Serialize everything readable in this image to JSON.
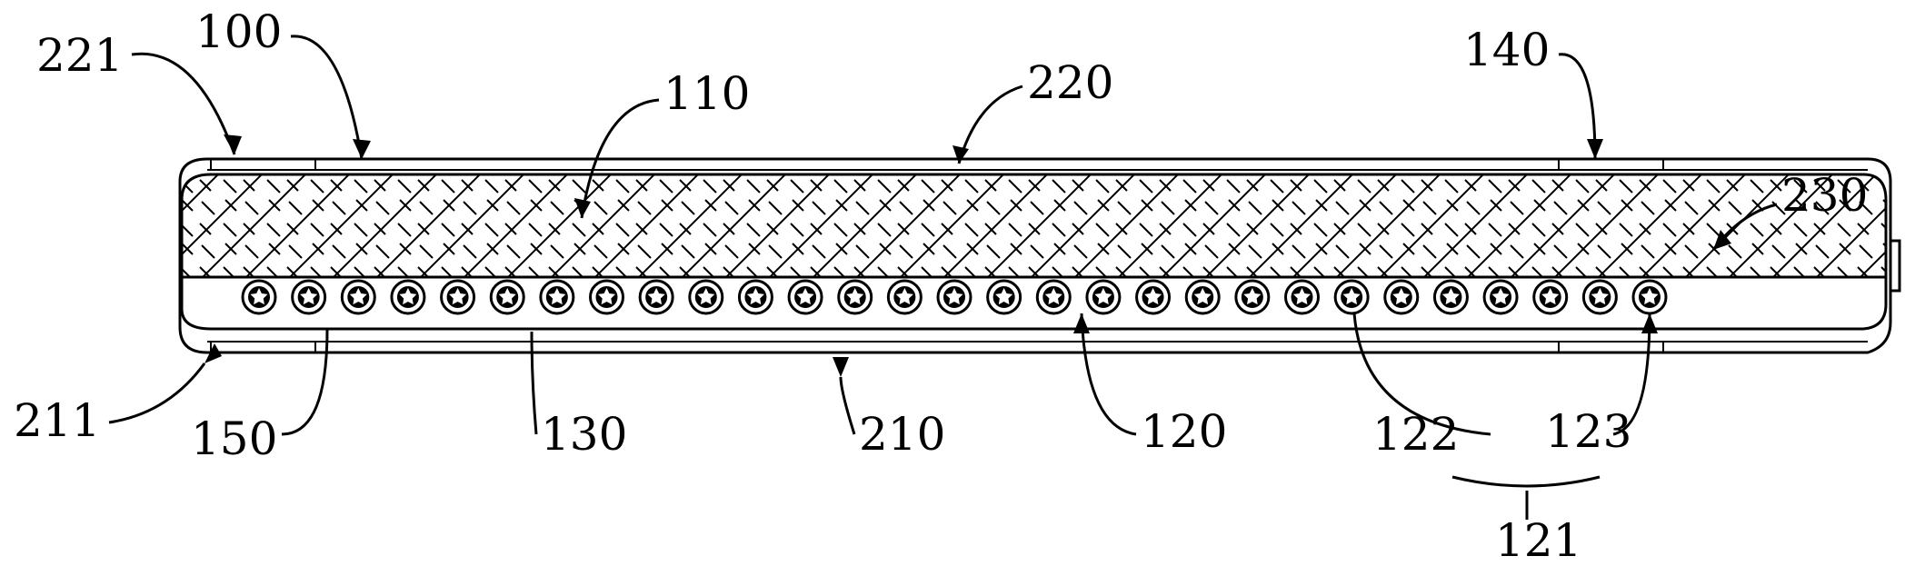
{
  "figure": {
    "reference_numerals": {
      "r221": "221",
      "r100": "100",
      "r110": "110",
      "r220": "220",
      "r140": "140",
      "r230": "230",
      "r211": "211",
      "r150": "150",
      "r130": "130",
      "r210": "210",
      "r120": "120",
      "r122": "122",
      "r123": "123",
      "r121": "121"
    },
    "bead_count": 29
  }
}
